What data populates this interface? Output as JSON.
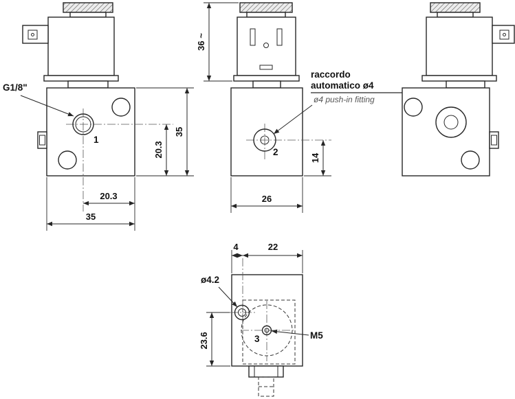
{
  "views": {
    "front": {
      "thread_label": "G1/8\"",
      "port_number": "1",
      "dim_port_height": "20.3",
      "dim_body_height": "35",
      "dim_port_offset": "20.3",
      "dim_body_width": "35"
    },
    "side": {
      "port_number": "2",
      "dim_coil_height": "36 ~",
      "dim_port_height": "14",
      "dim_body_width": "26",
      "note_line1": "raccordo",
      "note_line2": "automatico ø4",
      "note_en": "ø4 push-in fitting"
    },
    "bottom": {
      "port_number": "3",
      "dim_edge_offset": "4",
      "dim_body_width": "22",
      "hole_label": "ø4.2",
      "thread_label": "M5",
      "dim_port_offset": "23.6"
    }
  }
}
